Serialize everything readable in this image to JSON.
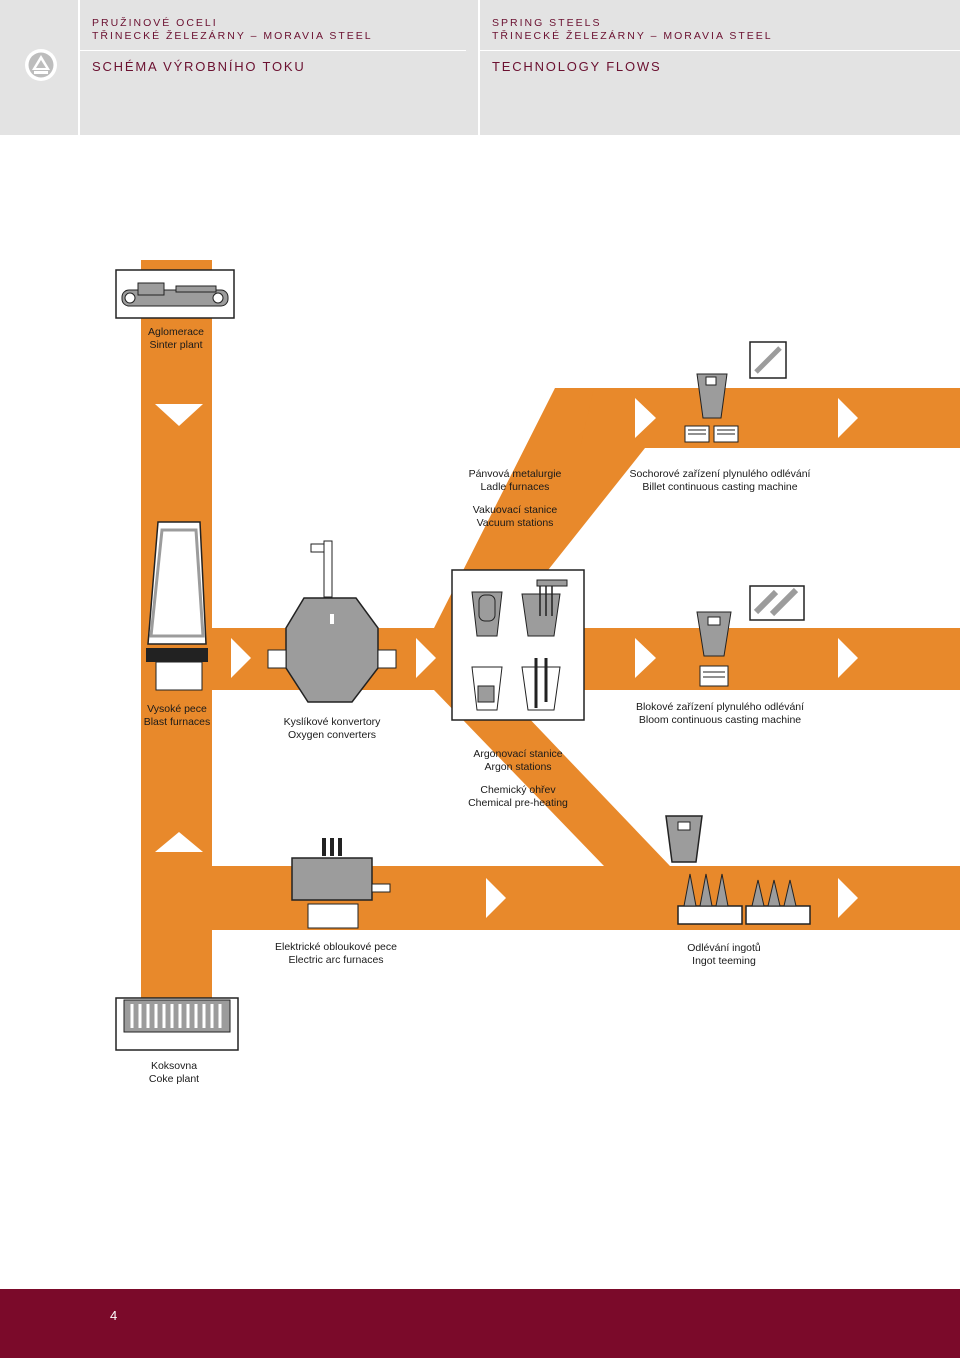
{
  "header": {
    "left": {
      "line1": "PRUŽINOVÉ OCELI",
      "line2": "TŘINECKÉ ŽELEZÁRNY – MORAVIA STEEL",
      "section": "SCHÉMA VÝROBNÍHO TOKU"
    },
    "right": {
      "line1": "SPRING STEELS",
      "line2": "TŘINECKÉ ŽELEZÁRNY – MORAVIA STEEL",
      "section": "TECHNOLOGY FLOWS"
    },
    "logo_icon": "company-logo"
  },
  "labels": {
    "sinter": {
      "cz": "Aglomerace",
      "en": "Sinter plant"
    },
    "ladle": {
      "cz": "Pánvová metalurgie",
      "en": "Ladle furnaces"
    },
    "vacuum": {
      "cz": "Vakuovací stanice",
      "en": "Vacuum stations"
    },
    "billet": {
      "cz": "Sochorové zařízení plynulého odlévání",
      "en": "Billet continuous casting machine"
    },
    "blast": {
      "cz": "Vysoké pece",
      "en": "Blast furnaces"
    },
    "oxygen": {
      "cz": "Kyslíkové konvertory",
      "en": "Oxygen converters"
    },
    "bloom": {
      "cz": "Blokové zařízení plynulého odlévání",
      "en": "Bloom continuous casting machine"
    },
    "argon": {
      "cz": "Argonovací stanice",
      "en": "Argon stations"
    },
    "chemical": {
      "cz": "Chemický ohřev",
      "en": "Chemical pre-heating"
    },
    "eaf": {
      "cz": "Elektrické obloukové pece",
      "en": "Electric arc furnaces"
    },
    "ingot": {
      "cz": "Odlévání ingotů",
      "en": "Ingot teeming"
    },
    "coke": {
      "cz": "Koksovna",
      "en": "Coke plant"
    }
  },
  "colors": {
    "flow": "#e8892b",
    "equipment": "#9c9c9c",
    "header_bg": "#e3e3e3",
    "header_text": "#6b1030",
    "footer": "#7b0a2a"
  },
  "footer": {
    "page_number": "4"
  }
}
